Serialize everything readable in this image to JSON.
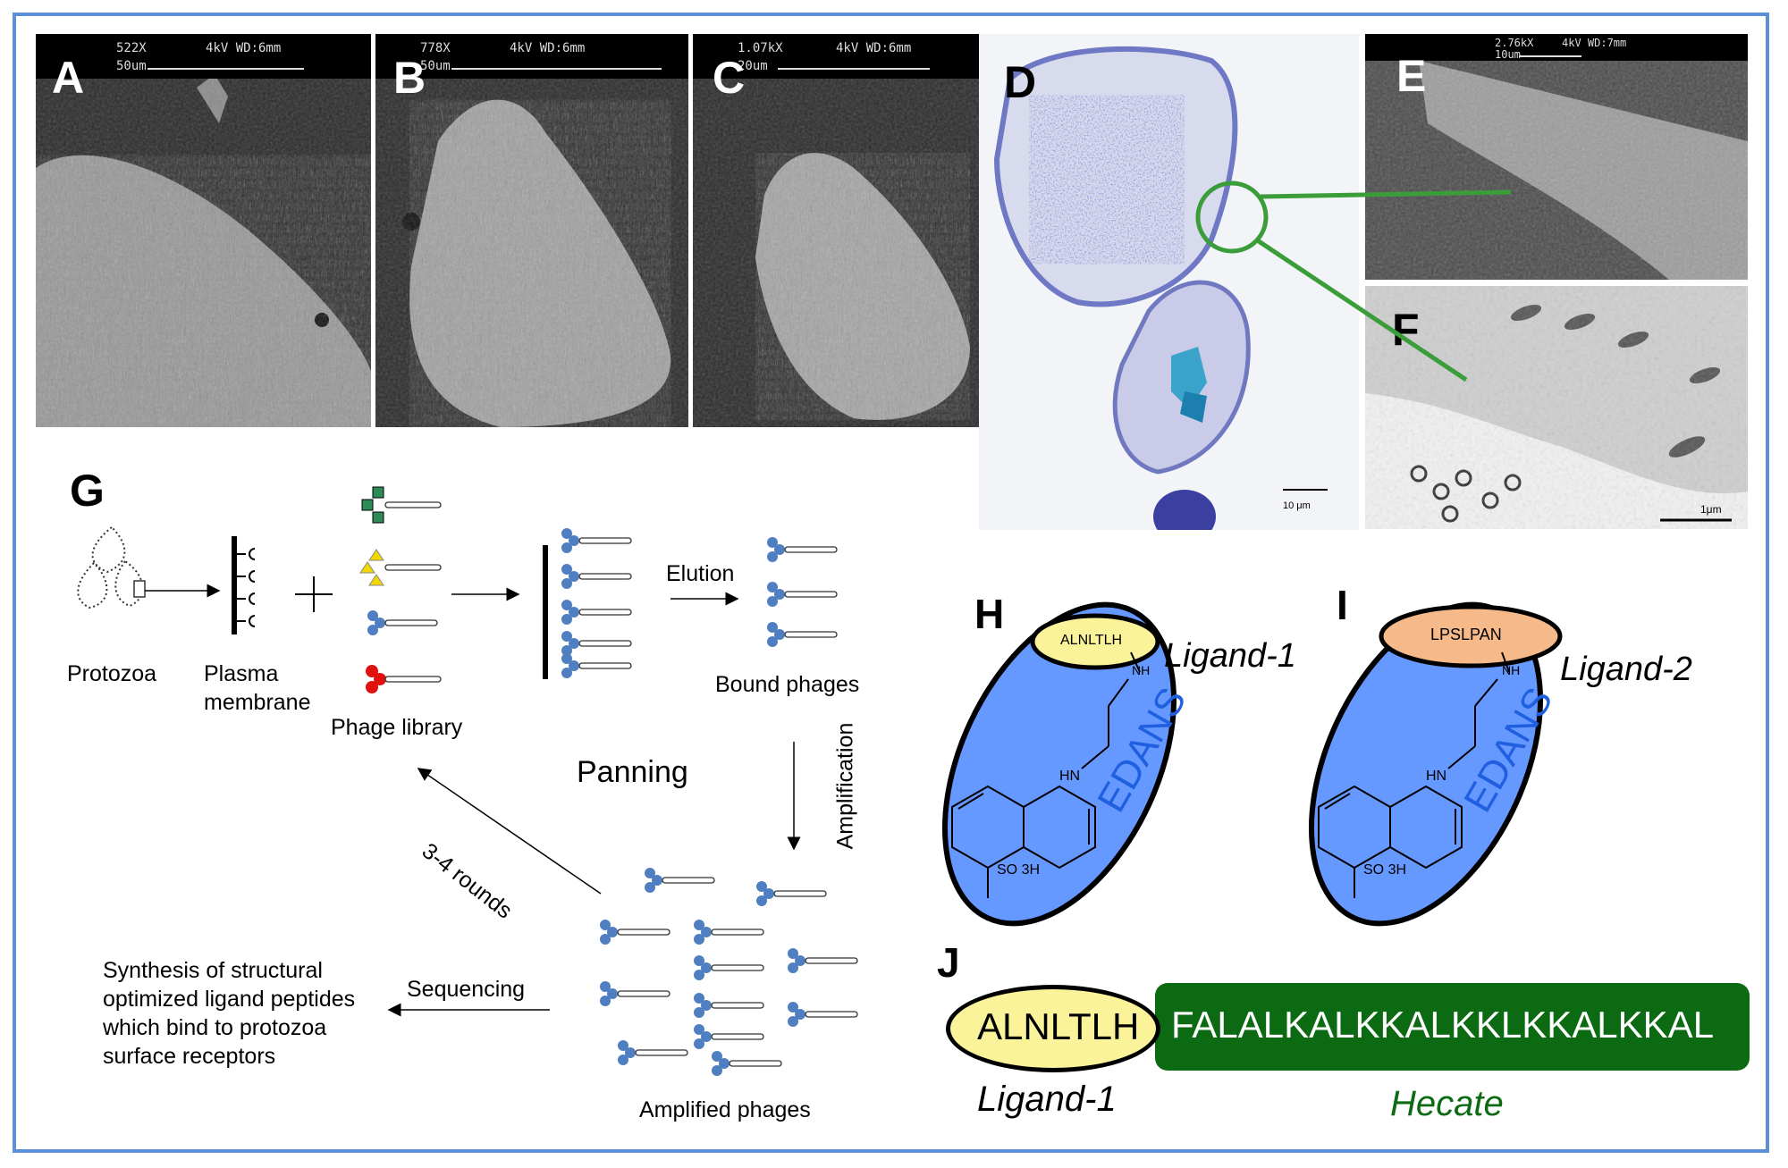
{
  "panels": {
    "A": {
      "letter": "A",
      "mag": "522X",
      "kv": "4kV WD:6mm",
      "scale": "50um"
    },
    "B": {
      "letter": "B",
      "mag": "778X",
      "kv": "4kV WD:6mm",
      "scale": "50um"
    },
    "C": {
      "letter": "C",
      "mag": "1.07kX",
      "kv": "4kV WD:6mm",
      "scale": "20um"
    },
    "D": {
      "letter": "D",
      "scale": "10 μm"
    },
    "E": {
      "letter": "E",
      "mag": "2.76kX",
      "kv": "4kV WD:7mm",
      "scale": "10um"
    },
    "F": {
      "letter": "F",
      "scale": "1μm"
    }
  },
  "panel_g": {
    "letter": "G",
    "protozoa": "Protozoa",
    "plasma_membrane_1": "Plasma",
    "plasma_membrane_2": "membrane",
    "phage_library": "Phage library",
    "elution": "Elution",
    "bound_phages": "Bound phages",
    "amplification": "Amplification",
    "panning": "Panning",
    "rounds": "3-4 rounds",
    "sequencing": "Sequencing",
    "amplified_phages": "Amplified phages",
    "synthesis_lines": [
      "Synthesis of structural",
      "optimized ligand peptides",
      "which bind to protozoa",
      "surface receptors"
    ]
  },
  "panel_h": {
    "letter": "H",
    "peptide": "ALNLTLH",
    "ligand": "Ligand-1",
    "edans": "EDANS",
    "nh": "NH",
    "hn": "HN",
    "so3h": "SO 3H"
  },
  "panel_i": {
    "letter": "I",
    "peptide": "LPSLPAN",
    "ligand": "Ligand-2",
    "edans": "EDANS",
    "nh": "NH",
    "hn": "HN",
    "so3h": "SO 3H"
  },
  "panel_j": {
    "letter": "J",
    "peptide": "ALNLTLH",
    "hecate_seq": "FALALKALKKALKKLKKALKKAL",
    "ligand": "Ligand-1",
    "hecate": "Hecate"
  },
  "colors": {
    "frame": "#5b8fd6",
    "edans_fill": "#6699ff",
    "edans_text": "#1f5fe0",
    "peptide1": "#fbf39a",
    "peptide2": "#f6b98a",
    "hecate_fill": "#0b6a12",
    "hecate_text": "#0b6a12",
    "phage_blue": "#4f7fc0",
    "green_tag": "#2e8b57",
    "yellow_tag": "#f0d800",
    "red_tag": "#e01010",
    "highlight_green": "#3a9d3a"
  }
}
